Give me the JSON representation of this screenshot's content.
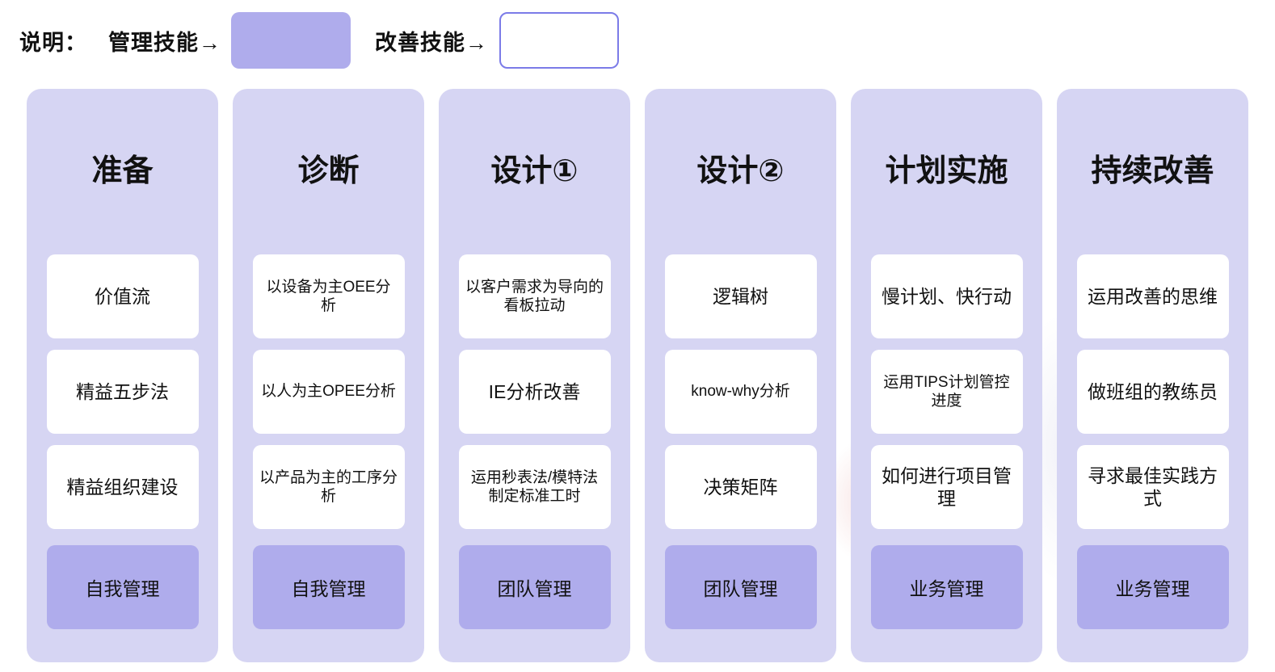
{
  "legend": {
    "label": "说明：",
    "management_term": "管理技能→",
    "improvement_term": "改善技能→",
    "management_color": "#AFACEC",
    "improvement_color": "#FFFFFF",
    "improvement_border_color": "#7B7BE8"
  },
  "theme": {
    "column_background": "#D6D5F3",
    "card_background": "#FFFFFF",
    "chip_background": "#AFACEC",
    "text_color": "#111111",
    "page_background": "#FFFFFF"
  },
  "columns": [
    {
      "title": "准备",
      "cards": [
        "价值流",
        "精益五步法",
        "精益组织建设"
      ],
      "footer": "自我管理"
    },
    {
      "title": "诊断",
      "cards": [
        "以设备为主OEE分析",
        "以人为主OPEE分析",
        "以产品为主的工序分析"
      ],
      "footer": "自我管理"
    },
    {
      "title": "设计①",
      "cards": [
        "以客户需求为导向的看板拉动",
        "IE分析改善",
        "运用秒表法/模特法制定标准工时"
      ],
      "footer": "团队管理"
    },
    {
      "title": "设计②",
      "cards": [
        "逻辑树",
        "know-why分析",
        "决策矩阵"
      ],
      "footer": "团队管理"
    },
    {
      "title": "计划实施",
      "cards": [
        "慢计划、快行动",
        "运用TIPS计划管控进度",
        "如何进行项目管理"
      ],
      "footer": "业务管理"
    },
    {
      "title": "持续改善",
      "cards": [
        "运用改善的思维",
        "做班组的教练员",
        "寻求最佳实践方式"
      ],
      "footer": "业务管理"
    }
  ]
}
